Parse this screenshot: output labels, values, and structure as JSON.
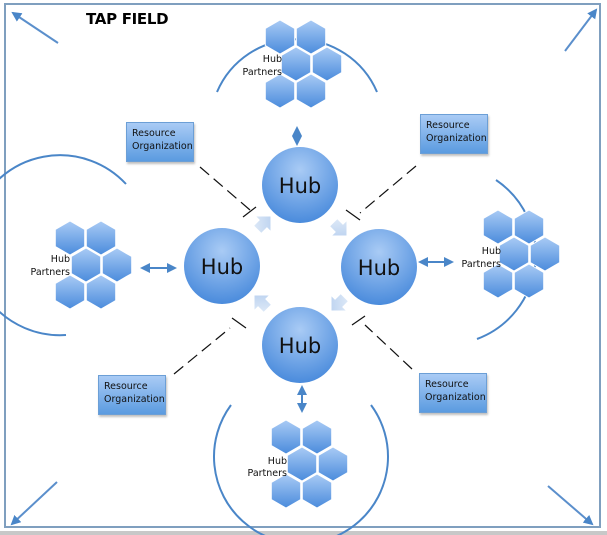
{
  "title": "TAP FIELD",
  "hubs": [
    {
      "id": "top",
      "label": "Hub"
    },
    {
      "id": "left",
      "label": "Hub"
    },
    {
      "id": "right",
      "label": "Hub"
    },
    {
      "id": "bottom",
      "label": "Hub"
    }
  ],
  "partner_groups": [
    {
      "id": "top",
      "line1": "Hub",
      "line2": "Partners"
    },
    {
      "id": "left",
      "line1": "Hub",
      "line2": "Partners"
    },
    {
      "id": "right",
      "line1": "Hub",
      "line2": "Partners"
    },
    {
      "id": "bottom",
      "line1": "Hub",
      "line2": "Partners"
    }
  ],
  "resource_organizations": [
    {
      "id": "top-left",
      "line1": "Resource",
      "line2": "Organization"
    },
    {
      "id": "top-right",
      "line1": "Resource",
      "line2": "Organization"
    },
    {
      "id": "bottom-left",
      "line1": "Resource",
      "line2": "Organization"
    },
    {
      "id": "bottom-right",
      "line1": "Resource",
      "line2": "Organization"
    }
  ],
  "colors": {
    "frame": "#7f9fbf",
    "accent": "#4a86c8",
    "hub_light": "#a9cbf5",
    "hub_dark": "#5b9be0",
    "cycle_arrow": "#c7d9f1"
  }
}
